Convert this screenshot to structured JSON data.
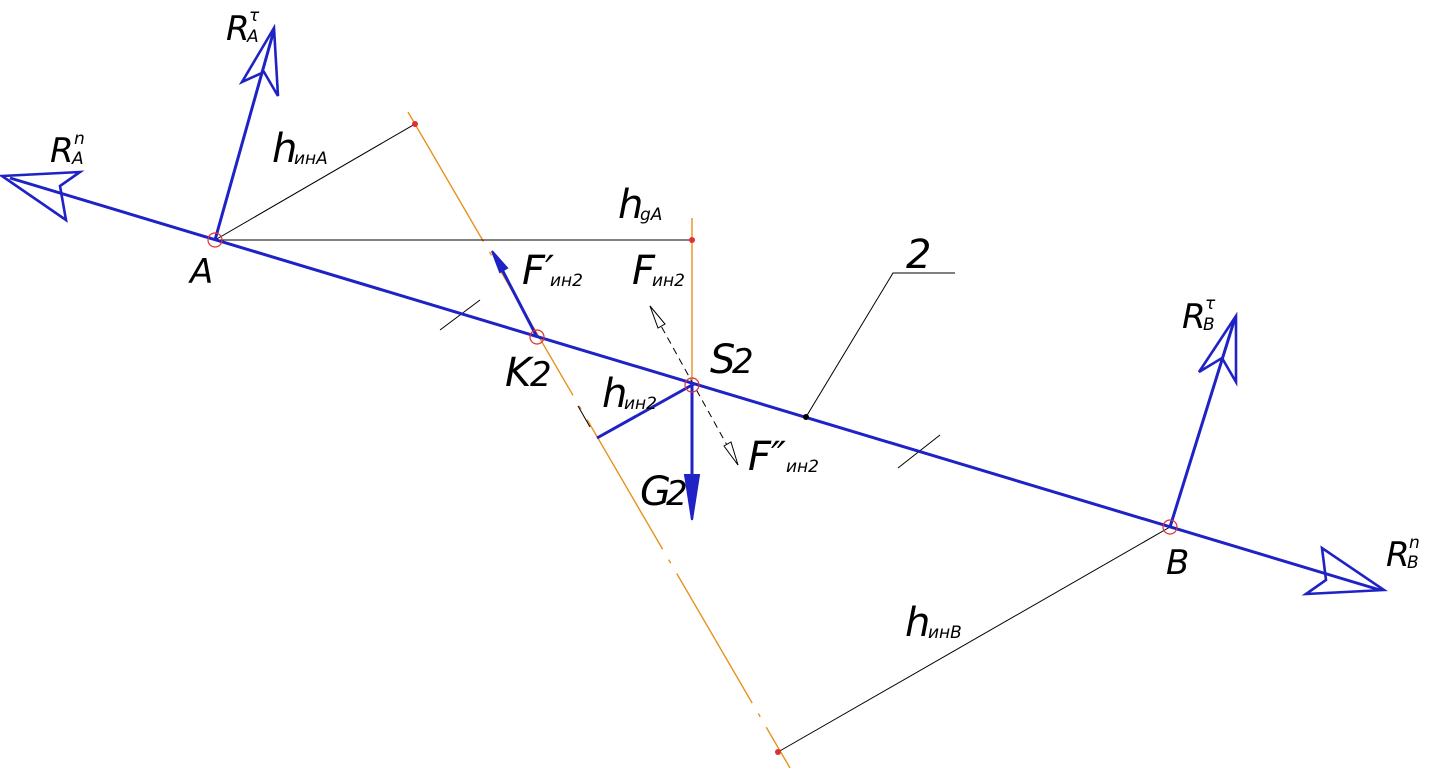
{
  "colors": {
    "link": "#1f22c4",
    "construction": "#e8921f",
    "dimension": "#000000",
    "joint": "#e03030"
  },
  "labels": {
    "A": "A",
    "B": "B",
    "K": "K",
    "K_sub": "2",
    "S": "S",
    "S_sub": "2",
    "G": "G",
    "G_sub": "2",
    "R": "R",
    "RA_n_sup": "n",
    "RA_n_sub": "A",
    "RA_t_sup": "τ",
    "RA_t_sub": "A",
    "RB_n_sup": "n",
    "RB_n_sub": "B",
    "RB_t_sup": "τ",
    "RB_t_sub": "B",
    "F_prime": "F′",
    "F_prime_sub": "ин2",
    "F": "F",
    "F_sub": "ин2",
    "F_dprime": "F″",
    "F_dprime_sub": "ин2",
    "h": "h",
    "h_inA_sub": "инA",
    "h_gA_sub": "gA",
    "h_in2_sub": "ин2",
    "h_inB_sub": "инB",
    "link_number": "2"
  }
}
